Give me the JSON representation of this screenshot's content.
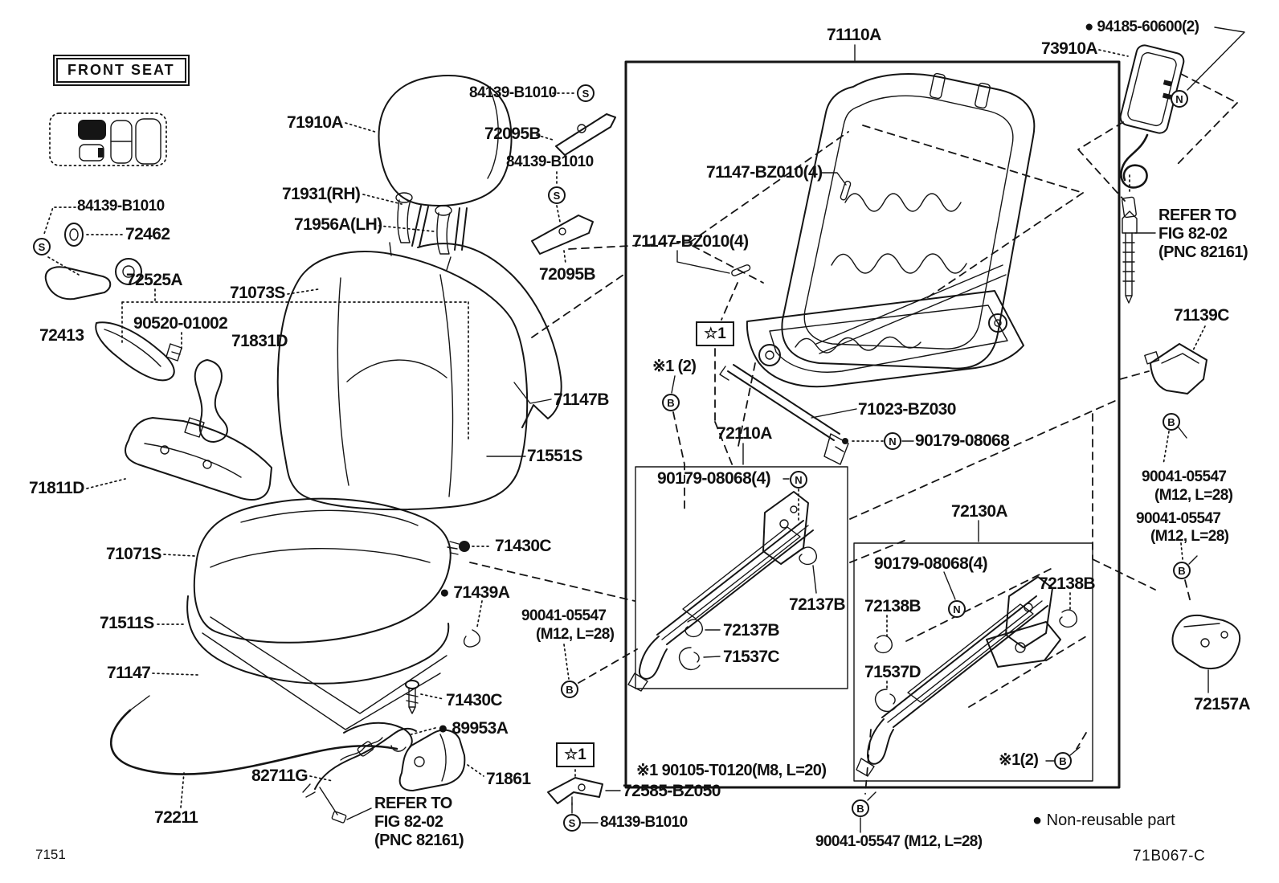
{
  "doc": {
    "title": "FRONT SEAT",
    "page_code": "7151",
    "figure_code": "71B067-C"
  },
  "legend": {
    "nonreusable": "● Non-reusable part"
  },
  "symbols": {
    "s": "S",
    "n": "N",
    "b": "B",
    "star": "☆1"
  },
  "notes": {
    "bolt_spec": "※1 90105-T0120(M8, L=20)",
    "qty_note_a": "※1 (2)",
    "qty_note_b": "※1(2)",
    "refer_left": [
      "REFER TO",
      "FIG 82-02",
      "(PNC 82161)"
    ],
    "refer_right": [
      "REFER TO",
      "FIG 82-02",
      "(PNC 82161)"
    ]
  },
  "callouts": {
    "c84139_tl": "84139-B1010",
    "c72462": "72462",
    "c72525a": "72525A",
    "c90520": "90520-01002",
    "c71831d": "71831D",
    "c72413": "72413",
    "c71073s": "71073S",
    "c71811d": "71811D",
    "c71071s": "71071S",
    "c71511s": "71511S",
    "c71147": "71147",
    "c72211": "72211",
    "c82711g": "82711G",
    "c71910a": "71910A",
    "c84139_top": "84139-B1010",
    "c72095b_a": "72095B",
    "c84139_mid": "84139-B1010",
    "c72095b_b": "72095B",
    "c71931": "71931(RH)",
    "c71956a": "71956A(LH)",
    "c71147b": "71147B",
    "c71551s": "71551S",
    "c71430c_a": "71430C",
    "c71439a": "● 71439A",
    "c71430c_b": "71430C",
    "c89953a": "● 89953A",
    "c71861": "71861",
    "c72585": "72585-BZ050",
    "c84139_bot": "84139-B1010",
    "c71110a": "71110A",
    "c94185": "● 94185-60600(2)",
    "c73910a": "73910A",
    "c71147bz_a": "71147-BZ010(4)",
    "c71147bz_b": "71147-BZ010(4)",
    "c71023": "71023-BZ030",
    "c90179_1": "90179-08068",
    "c72110a": "72110A",
    "c90179_4a": "90179-08068(4)",
    "c72137b_r": "72137B",
    "c72137b_l": "72137B",
    "c71537c": "71537C",
    "c72130a": "72130A",
    "c90179_4b": "90179-08068(4)",
    "c72138b_l": "72138B",
    "c72138b_r": "72138B",
    "c71537d": "71537D",
    "c71139c": "71139C",
    "c90041_r1": "90041-05547",
    "c90041_r1b": "(M12, L=28)",
    "c90041_r2": "90041-05547",
    "c90041_r2b": "(M12, L=28)",
    "c90041_mid": "90041-05547",
    "c90041_midb": "(M12, L=28)",
    "c90041_bot": "90041-05547 (M12, L=28)",
    "c72157a": "72157A"
  }
}
